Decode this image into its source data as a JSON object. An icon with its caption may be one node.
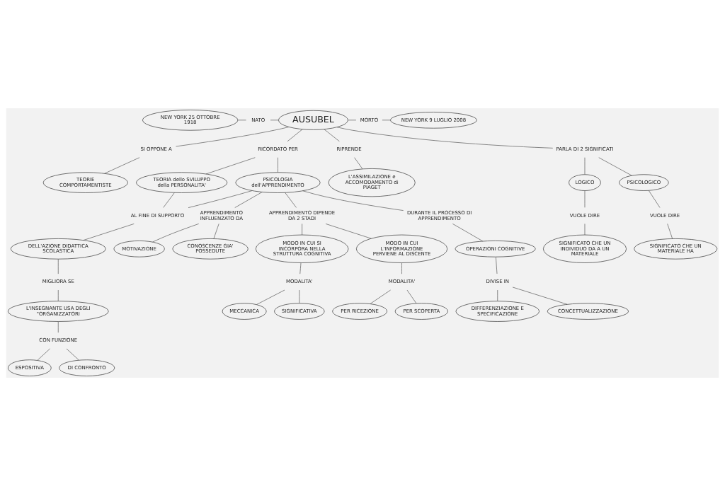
{
  "diagram": {
    "nodes": [
      {
        "text": [
          "NEW YORK 25 OTTOBRE 1918"
        ]
      },
      {
        "text": [
          "NATO"
        ]
      },
      {
        "text": [
          "AUSUBEL"
        ]
      },
      {
        "text": [
          "MORTO"
        ]
      },
      {
        "text": [
          "NEW YORK 9 LUGLIO 2008"
        ]
      },
      {
        "text": [
          "SI OPPONE A"
        ]
      },
      {
        "text": [
          "TEORIE COMPORTAMENTISTE"
        ]
      },
      {
        "text": [
          "RICORDATO PER"
        ]
      },
      {
        "text": [
          "RIPRENDE"
        ]
      },
      {
        "text": [
          "L'ASSIMILAZIONE e ACCOMODAMENTO di PIAGET"
        ]
      },
      {
        "text": [
          "APPRENDIMENTO INFLUENZATO DA"
        ]
      },
      {
        "text": [
          "MOTIVAZIONE"
        ]
      },
      {
        "text": [
          "TEORIA dello SVILUPPO della PERSONALITA'"
        ]
      },
      {
        "text": [
          "PSICOLOGIA dell'APPRENDIMENTO"
        ]
      },
      {
        "text": [
          "PARLA DI 2 SIGNIFICATI"
        ]
      },
      {
        "text": [
          "CONOSCENZE GIA' POSSEDUTE"
        ]
      },
      {
        "text": [
          "AL FINE DI SUPPORTO"
        ]
      },
      {
        "text": [
          "APPRENDIMENTO DIPENDE DA 2 STADI"
        ]
      },
      {
        "text": [
          "MODO IN CUI SI INCORPORA NELLA STRUTTURA COGNITIVA"
        ]
      },
      {
        "text": [
          "LOGICO"
        ]
      },
      {
        "text": [
          "PSICOLOGICO"
        ]
      },
      {
        "text": [
          "DELL'AZIONE DIDATTICA SCOLASTICA"
        ]
      },
      {
        "text": [
          "VUOLE DIRE"
        ]
      },
      {
        "text": [
          "VUOLE DIRE"
        ]
      },
      {
        "text": [
          "MIGLIORA SE"
        ]
      },
      {
        "text": [
          "MODO IN CUI L'INFORMAZIONE PERVIENE AL DISCENTE"
        ]
      },
      {
        "text": [
          "MODALITA'"
        ]
      },
      {
        "text": [
          "MECCANICA"
        ]
      },
      {
        "text": [
          "SIGNIFICATIVA"
        ]
      },
      {
        "text": [
          "L'INSEGNANTE USA DEGLI \"ORGANIZZATORI"
        ]
      },
      {
        "text": [
          "SIGNIFICATO CHE UN INDIVIDUO DA A UN MATERIALE"
        ]
      },
      {
        "text": [
          "SIGNIFICATO CHE UN MATERIALE HA"
        ]
      },
      {
        "text": [
          "MODALITA'"
        ]
      },
      {
        "text": [
          "PER RICEZIONE"
        ]
      },
      {
        "text": [
          "PER SCOPERTA"
        ]
      },
      {
        "text": [
          "DIFFERENZIAZIONE E SPECIFICAZIONE"
        ]
      },
      {
        "text": [
          "CONCETTUALIZZAZIONE"
        ]
      },
      {
        "text": [
          "CON FUNZIONE"
        ]
      },
      {
        "text": [
          "DIVISE IN"
        ]
      },
      {
        "text": [
          "ESPOSITIVA"
        ]
      },
      {
        "text": [
          "DI CONFRONTO"
        ]
      },
      {
        "text": [
          "DURANTE IL PROCESSO DI APPRENDIMENTO"
        ]
      },
      {
        "text": [
          "OPERAZIONI COGNITIVE"
        ]
      }
    ],
    "edges": [
      {
        "from": 0,
        "to": 1,
        "arrow": "none"
      },
      {
        "from": 1,
        "to": 2,
        "arrow": "none"
      },
      {
        "from": 2,
        "to": 3,
        "arrow": "none"
      },
      {
        "from": 3,
        "to": 4,
        "arrow": "none"
      },
      {
        "from": 2,
        "to": 5,
        "arrow": "none"
      },
      {
        "from": 5,
        "to": 6,
        "arrow": "none"
      },
      {
        "from": 2,
        "to": 8,
        "arrow": "none"
      },
      {
        "from": 8,
        "to": 9,
        "arrow": "none"
      },
      {
        "from": 2,
        "to": 7,
        "arrow": "none"
      },
      {
        "from": 7,
        "to": 12,
        "arrow": "none"
      },
      {
        "from": 7,
        "to": 13,
        "arrow": "none"
      },
      {
        "from": 2,
        "to": 14,
        "arrow": "none"
      },
      {
        "from": 14,
        "to": 19,
        "arrow": "none"
      },
      {
        "from": 14,
        "to": 20,
        "arrow": "none"
      },
      {
        "from": 19,
        "to": 22,
        "arrow": "none"
      },
      {
        "from": 22,
        "to": 30,
        "arrow": "none"
      },
      {
        "from": 20,
        "to": 23,
        "arrow": "none"
      },
      {
        "from": 23,
        "to": 31,
        "arrow": "none"
      },
      {
        "from": 13,
        "to": 10,
        "arrow": "none"
      },
      {
        "from": 10,
        "to": 11,
        "arrow": "none"
      },
      {
        "from": 10,
        "to": 15,
        "arrow": "none"
      },
      {
        "from": 12,
        "to": 16,
        "arrow": "none"
      },
      {
        "from": 13,
        "to": 16,
        "arrow": "none"
      },
      {
        "from": 16,
        "to": 21,
        "arrow": "none"
      },
      {
        "from": 21,
        "to": 24,
        "arrow": "none"
      },
      {
        "from": 24,
        "to": 29,
        "arrow": "none"
      },
      {
        "from": 29,
        "to": 37,
        "arrow": "none"
      },
      {
        "from": 37,
        "to": 39,
        "arrow": "none"
      },
      {
        "from": 37,
        "to": 40,
        "arrow": "none"
      },
      {
        "from": 13,
        "to": 17,
        "arrow": "none"
      },
      {
        "from": 17,
        "to": 18,
        "arrow": "none"
      },
      {
        "from": 17,
        "to": 25,
        "arrow": "none"
      },
      {
        "from": 25,
        "to": 32,
        "arrow": "none"
      },
      {
        "from": 32,
        "to": 33,
        "arrow": "none"
      },
      {
        "from": 32,
        "to": 34,
        "arrow": "none"
      },
      {
        "from": 18,
        "to": 26,
        "arrow": "none"
      },
      {
        "from": 26,
        "to": 27,
        "arrow": "none"
      },
      {
        "from": 26,
        "to": 28,
        "arrow": "none"
      },
      {
        "from": 13,
        "to": 41,
        "arrow": "none"
      },
      {
        "from": 41,
        "to": 42,
        "arrow": "none"
      },
      {
        "from": 42,
        "to": 38,
        "arrow": "none"
      },
      {
        "from": 38,
        "to": 35,
        "arrow": "none"
      },
      {
        "from": 38,
        "to": 36,
        "arrow": "none"
      }
    ]
  }
}
